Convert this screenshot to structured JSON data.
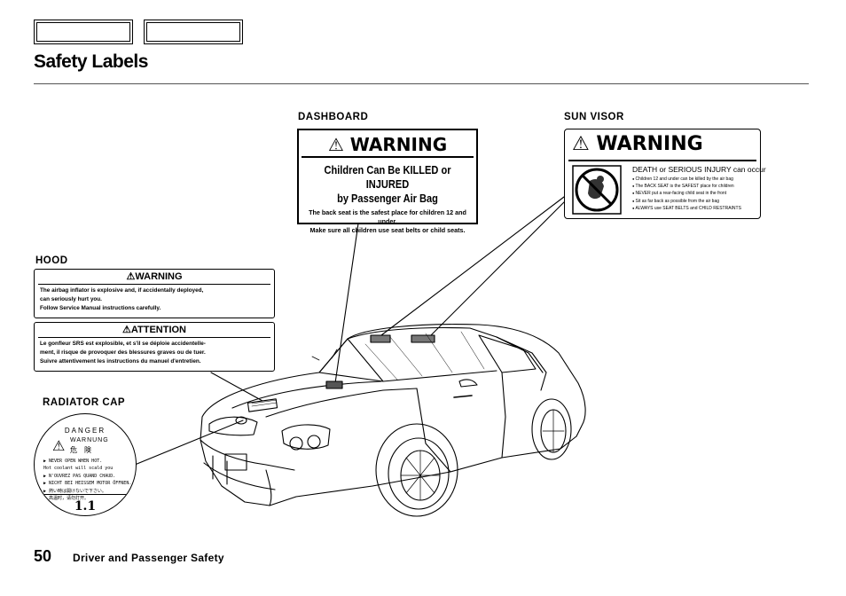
{
  "header": {
    "title": "Safety Labels"
  },
  "labels": {
    "dashboard": "DASHBOARD",
    "sun_visor": "SUN VISOR",
    "hood": "HOOD",
    "radiator_cap": "RADIATOR CAP"
  },
  "dashboard_label": {
    "heading": "WARNING",
    "line1": "Children Can Be KILLED or INJURED",
    "line2": "by Passenger Air Bag",
    "small1": "The back seat is the safest place for children 12 and under.",
    "small2": "Make sure all children use seat belts or child seats."
  },
  "sun_visor_label": {
    "heading": "WARNING",
    "text_heading": "DEATH or SERIOUS INJURY can occur",
    "bullets": [
      "Children 12 and under can be killed by the air bag",
      "The BACK SEAT is the SAFEST place for children",
      "NEVER put a rear-facing child seat in the front",
      "Sit as far back as possible from the air bag",
      "ALWAYS use SEAT BELTS and CHILD RESTRAINTS"
    ]
  },
  "hood_warning": {
    "heading": "WARNING",
    "line1": "The airbag inflator is explosive and, if accidentally deployed,",
    "line2": "can seriously hurt you.",
    "line3": "Follow Service Manual instructions carefully."
  },
  "hood_attention": {
    "heading": "ATTENTION",
    "line1": "Le gonfleur SRS est explosible, et s'il se déploie accidentelle-",
    "line2": "ment, il risque de provoquer des blessures graves ou de tuer.",
    "line3": "Suivre attentivement les instructions du manuel d'entretien."
  },
  "radiator_cap": {
    "danger": "DANGER",
    "warning": "WARNUNG",
    "kiken": "危険",
    "lines": [
      "▶ NEVER OPEN WHEN HOT.",
      "  Hot coolant will scald you",
      "▶ N'OUVREZ PAS QUAND CHAUD.",
      "▶ NICHT BEI HEISSEM MOTOR ÖFFNEN.",
      "▶ 熱い時は開けないで下さい。",
      "▶ 高温时，请勿打开。"
    ],
    "rating": "1.1"
  },
  "footer": {
    "page_number": "50",
    "section": "Driver and Passenger Safety"
  }
}
